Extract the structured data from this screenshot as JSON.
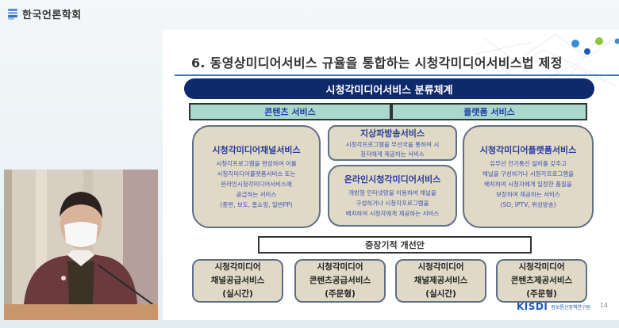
{
  "app": {
    "brand_name": "한국언론학회",
    "brand_icon": "society-logo-icon"
  },
  "slide": {
    "title": "6. 동영상미디어서비스 규율을 통합하는 시청각미디어서비스법 제정",
    "banner": "시청각미디어서비스 분류체계",
    "categories": [
      {
        "label": "콘텐츠 서비스"
      },
      {
        "label": "플랫폼 서비스"
      }
    ],
    "cards": [
      {
        "title": "시청각미디어채널서비스",
        "desc": [
          "시청각프로그램을 편성하여 이를",
          "시청각미디어플랫폼서비스 또는",
          "온라인시청각미디어서비스에",
          "공급하는 서비스",
          "(종편, 보도, 홈쇼핑, 일반PP)"
        ]
      },
      {
        "title": "지상파방송서비스",
        "desc": [
          "시청각프로그램을 무선국을 통하여 시",
          "청자에게 제공하는 서비스"
        ]
      },
      {
        "title": "온라인시청각미디어서비스",
        "desc": [
          "개방형 인터넷망을 이용하여 채널을",
          "구성하거나 시청각프로그램을",
          "배치하여 시청자에게 제공하는 서비스"
        ]
      },
      {
        "title": "시청각미디어플랫폼서비스",
        "desc": [
          "유무선 전기통신 설비를 갖추고",
          "채널을 구성하거나 시청각프로그램을",
          "배치하여 시청자에게 일정한 품질을",
          "보장하여 제공하는 서비스",
          "(SO, IPTV, 위성방송)"
        ]
      }
    ],
    "plan_label": "중장기적 개선안",
    "sub_services": [
      {
        "lines": [
          "시청각미디어",
          "채널공급서비스",
          "(실시간)"
        ]
      },
      {
        "lines": [
          "시청각미디어",
          "콘텐츠공급서비스",
          "(주문형)"
        ]
      },
      {
        "lines": [
          "시청각미디어",
          "채널제공서비스",
          "(실시간)"
        ]
      },
      {
        "lines": [
          "시청각미디어",
          "콘텐츠제공서비스",
          "(주문형)"
        ]
      }
    ],
    "footer": {
      "logo_text": "KISDI",
      "org_name": "정보통신정책연구원",
      "page_number": "14"
    }
  },
  "video": {
    "label": "presenter-video-feed"
  },
  "colors": {
    "banner_bg": "#0f2a6b",
    "category_bg": "#a9d8cd",
    "card_bg": "#dfd9c6",
    "card_border": "#5f6f86",
    "card_title": "#2b3aa0",
    "accent_rule": "#3a78b8",
    "kisdi_blue": "#1d58b4"
  }
}
